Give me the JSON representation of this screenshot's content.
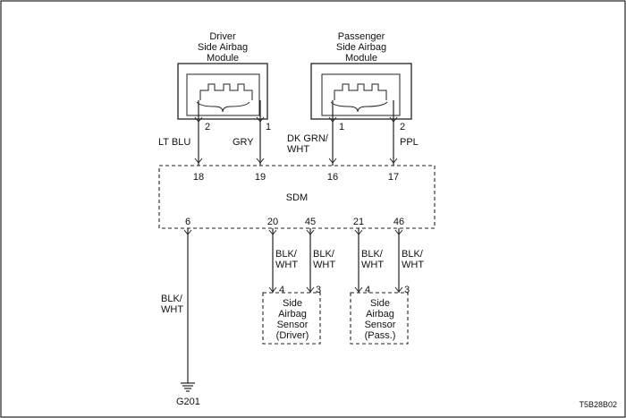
{
  "driver_module": {
    "line1": "Driver",
    "line2": "Side Airbag",
    "line3": "Module",
    "pin_a": "2",
    "pin_b": "1"
  },
  "passenger_module": {
    "line1": "Passenger",
    "line2": "Side Airbag",
    "line3": "Module",
    "pin_a": "1",
    "pin_b": "2"
  },
  "wires": {
    "lt_blu": "LT BLU",
    "gry": "GRY",
    "dk_grn_1": "DK GRN/",
    "dk_grn_2": "WHT",
    "ppl": "PPL",
    "blk_wht_1": "BLK/",
    "blk_wht_2": "WHT"
  },
  "sdm": {
    "label": "SDM",
    "top_pins": [
      "18",
      "19",
      "16",
      "17"
    ],
    "bottom_pins": [
      "6",
      "20",
      "45",
      "21",
      "46"
    ]
  },
  "driver_sensor": {
    "line1": "Side",
    "line2": "Airbag",
    "line3": "Sensor",
    "line4": "(Driver)",
    "pin_a": "4",
    "pin_b": "3"
  },
  "pass_sensor": {
    "line1": "Side",
    "line2": "Airbag",
    "line3": "Sensor",
    "line4": "(Pass.)",
    "pin_a": "4",
    "pin_b": "3"
  },
  "ground_label": "G201",
  "figure_code": "T5B28B02"
}
